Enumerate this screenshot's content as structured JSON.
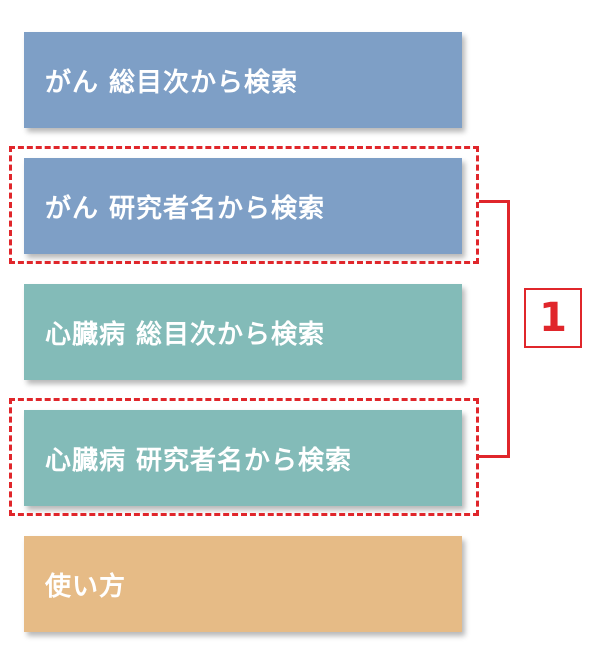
{
  "menu": {
    "items": [
      {
        "label": "がん 総目次から検索",
        "color": "#7e9fc6"
      },
      {
        "label": "がん 研究者名から検索",
        "color": "#7e9fc6"
      },
      {
        "label": "心臓病 総目次から検索",
        "color": "#83bbb8"
      },
      {
        "label": "心臓病 研究者名から検索",
        "color": "#83bbb8"
      },
      {
        "label": "使い方",
        "color": "#e6bb86"
      }
    ]
  },
  "annotation": {
    "label": "1",
    "color": "#e0262b"
  }
}
